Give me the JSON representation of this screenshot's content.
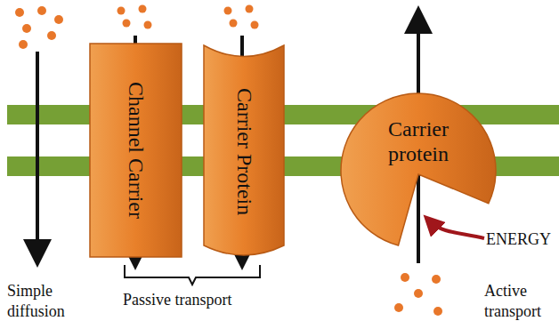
{
  "diagram": {
    "nodes": [
      {
        "text": [
          "Channel Carrier"
        ]
      },
      {
        "text": [
          "Carrier Protein"
        ]
      },
      {
        "text": [
          "Carrier protein"
        ]
      }
    ],
    "labels": [
      "Simple diffusion",
      "Passive transport",
      "ENERGY",
      "Active transport"
    ]
  }
}
